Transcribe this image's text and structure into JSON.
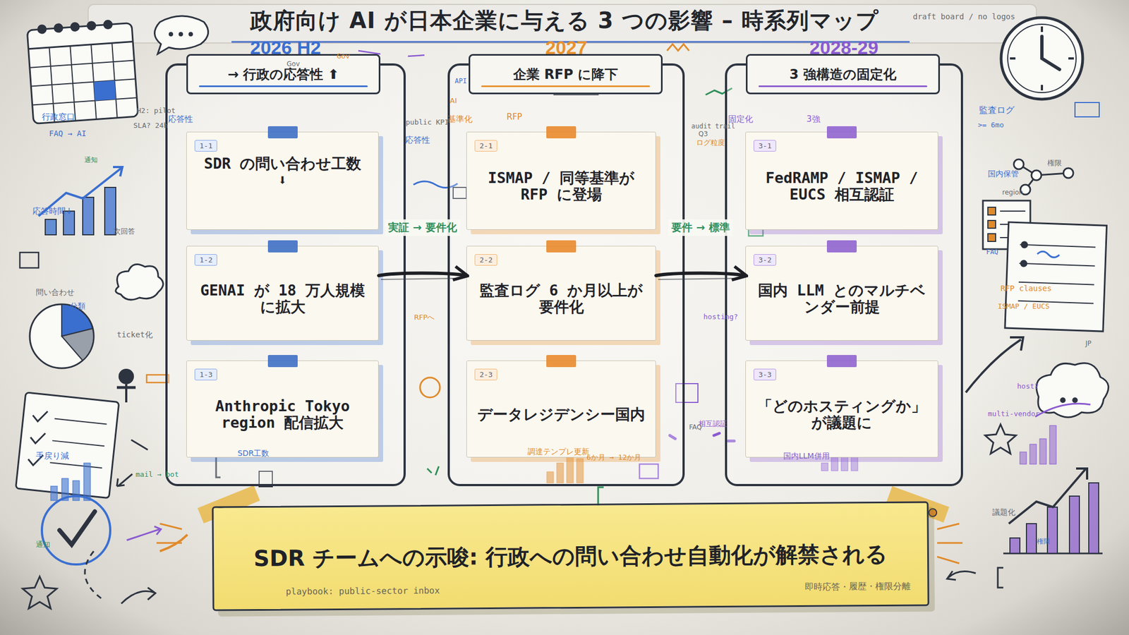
{
  "diagram": {
    "title": "政府向け AI が日本企業に与える 3 つの影響 – 時系列マップ",
    "nodes": [
      {
        "text": [
          "2026 H2",
          "→ 行政の応答性 ⬆"
        ]
      },
      {
        "text": [
          "1-1",
          "SDR の問い合わせ工数 ⬇"
        ],
        "in": 0
      },
      {
        "text": [
          "1-2",
          "GENAI が 18 万人規模に拡大"
        ],
        "in": 0
      },
      {
        "text": [
          "1-3",
          "Anthropic Tokyo region 配信拡大"
        ],
        "in": 0
      },
      {
        "text": [
          "2027",
          "企業 RFP に降下"
        ]
      },
      {
        "text": [
          "2-1",
          "ISMAP / 同等基準が RFP に登場"
        ],
        "in": 4
      },
      {
        "text": [
          "2-2",
          "監査ログ 6 か月以上が 要件化"
        ],
        "in": 4
      },
      {
        "text": [
          "2-3",
          "データレジデンシー国内"
        ],
        "in": 4
      },
      {
        "text": [
          "2028-29",
          "3 強構造の固定化"
        ]
      },
      {
        "text": [
          "3-1",
          "FedRAMP / ISMAP / EUCS 相互認証"
        ],
        "in": 8
      },
      {
        "text": [
          "3-2",
          "国内 LLM とのマルチベンダー前提"
        ],
        "in": 8
      },
      {
        "text": [
          "3-3",
          "「どのホスティングか」 が議題に"
        ],
        "in": 8
      },
      {
        "text": [
          "SDR チームへの示唆: 行政への問い合わせ自動化が解禁される",
          "playbook: public-sector inbox",
          "即時応答・履歴・権限分離"
        ]
      }
    ],
    "edges": [
      {
        "from": 2,
        "to": 6,
        "label": "実証 → 要件化",
        "arrow": "to"
      },
      {
        "from": 6,
        "to": 10,
        "label": "要件 → 標準",
        "arrow": "to"
      }
    ],
    "labels": [
      "draft board / no logos",
      "行政窓口",
      "FAQ → AI",
      "通知",
      "応答時間↓",
      "次回答",
      "問い合わせ",
      "分類",
      "ticket化",
      "手戻り減",
      "mail → bot",
      "通知",
      "H2: pilot",
      "SLA? 24h",
      "応答性",
      "Gov",
      "Gov",
      "API",
      "AI",
      "基準化",
      "public KPI",
      "応答性",
      "RFP",
      "RFPへ",
      "SDR工数",
      "調達テンプレ更新",
      "6か月 → 12か月",
      "audit trail",
      "Q3",
      "ログ粒度",
      "固定化",
      "3強",
      "hosting?",
      "相互認証",
      "FAQ",
      "国内LLM併用",
      "監査ログ",
      ">= 6mo",
      "権限",
      "国内保管",
      "region",
      "FAQ",
      "RFP clauses",
      "ISMAP / EUCS",
      "JP",
      "host?",
      "multi-vendor",
      "議題化",
      "権限"
    ]
  }
}
